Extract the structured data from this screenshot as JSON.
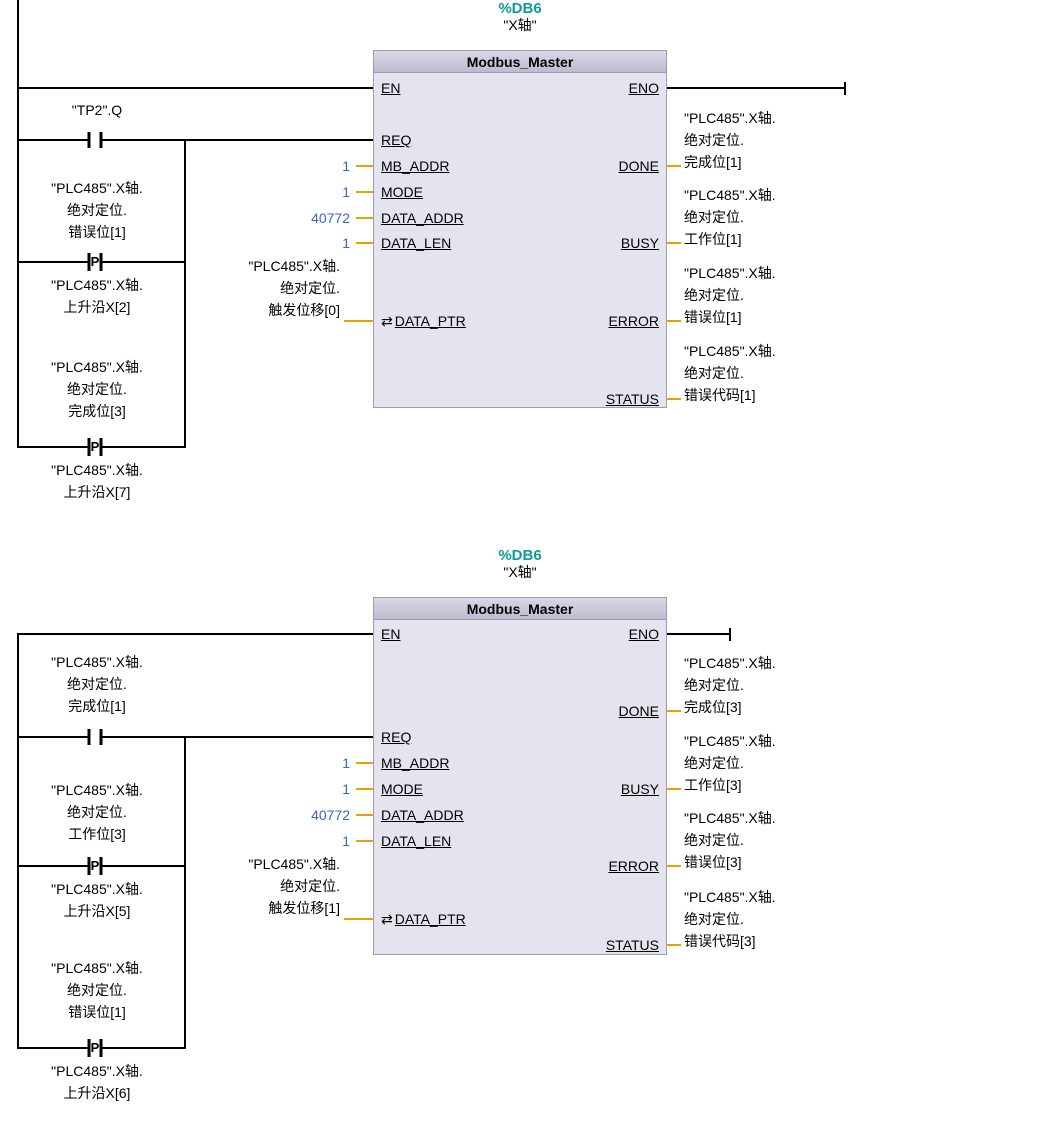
{
  "colors": {
    "db_accent": "#0d9b9b",
    "value_blue": "#3c64c0",
    "operand_wire": "#e8a200",
    "power_wire": "#000000",
    "block_body": "#e4e4ee",
    "block_header": "#c6c6d8"
  },
  "symbols": {
    "inout_arrows": "⇄",
    "positive_edge": "P"
  },
  "networks": [
    {
      "db_label": "%DB6",
      "instance_name": "\"X轴\"",
      "block_title": "Modbus_Master",
      "pins": {
        "en": "EN",
        "req": "REQ",
        "mb_addr": "MB_ADDR",
        "mode": "MODE",
        "data_addr": "DATA_ADDR",
        "data_len": "DATA_LEN",
        "data_ptr": "DATA_PTR",
        "eno": "ENO",
        "done": "DONE",
        "busy": "BUSY",
        "error": "ERROR",
        "status": "STATUS"
      },
      "values": {
        "mb_addr": "1",
        "mode": "1",
        "data_addr": "40772",
        "data_len": "1"
      },
      "operands": {
        "req_contact": "\"TP2\".Q",
        "branch1_contact": "\"PLC485\".X轴.\n绝对定位.\n错误位[1]",
        "branch1_edge_mem": "\"PLC485\".X轴.\n上升沿X[2]",
        "branch2_contact": "\"PLC485\".X轴.\n绝对定位.\n完成位[3]",
        "branch2_edge_mem": "\"PLC485\".X轴.\n上升沿X[7]",
        "data_ptr": "\"PLC485\".X轴.\n绝对定位.\n触发位移[0]",
        "done": "\"PLC485\".X轴.\n绝对定位.\n完成位[1]",
        "busy": "\"PLC485\".X轴.\n绝对定位.\n工作位[1]",
        "error": "\"PLC485\".X轴.\n绝对定位.\n错误位[1]",
        "status": "\"PLC485\".X轴.\n绝对定位.\n错误代码[1]"
      }
    },
    {
      "db_label": "%DB6",
      "instance_name": "\"X轴\"",
      "block_title": "Modbus_Master",
      "pins": {
        "en": "EN",
        "req": "REQ",
        "mb_addr": "MB_ADDR",
        "mode": "MODE",
        "data_addr": "DATA_ADDR",
        "data_len": "DATA_LEN",
        "data_ptr": "DATA_PTR",
        "eno": "ENO",
        "done": "DONE",
        "busy": "BUSY",
        "error": "ERROR",
        "status": "STATUS"
      },
      "values": {
        "mb_addr": "1",
        "mode": "1",
        "data_addr": "40772",
        "data_len": "1"
      },
      "operands": {
        "req_contact": "\"PLC485\".X轴.\n绝对定位.\n完成位[1]",
        "branch1_contact": "\"PLC485\".X轴.\n绝对定位.\n工作位[3]",
        "branch1_edge_mem": "\"PLC485\".X轴.\n上升沿X[5]",
        "branch2_contact": "\"PLC485\".X轴.\n绝对定位.\n错误位[1]",
        "branch2_edge_mem": "\"PLC485\".X轴.\n上升沿X[6]",
        "data_ptr": "\"PLC485\".X轴.\n绝对定位.\n触发位移[1]",
        "done": "\"PLC485\".X轴.\n绝对定位.\n完成位[3]",
        "busy": "\"PLC485\".X轴.\n绝对定位.\n工作位[3]",
        "error": "\"PLC485\".X轴.\n绝对定位.\n错误位[3]",
        "status": "\"PLC485\".X轴.\n绝对定位.\n错误代码[3]"
      }
    }
  ]
}
